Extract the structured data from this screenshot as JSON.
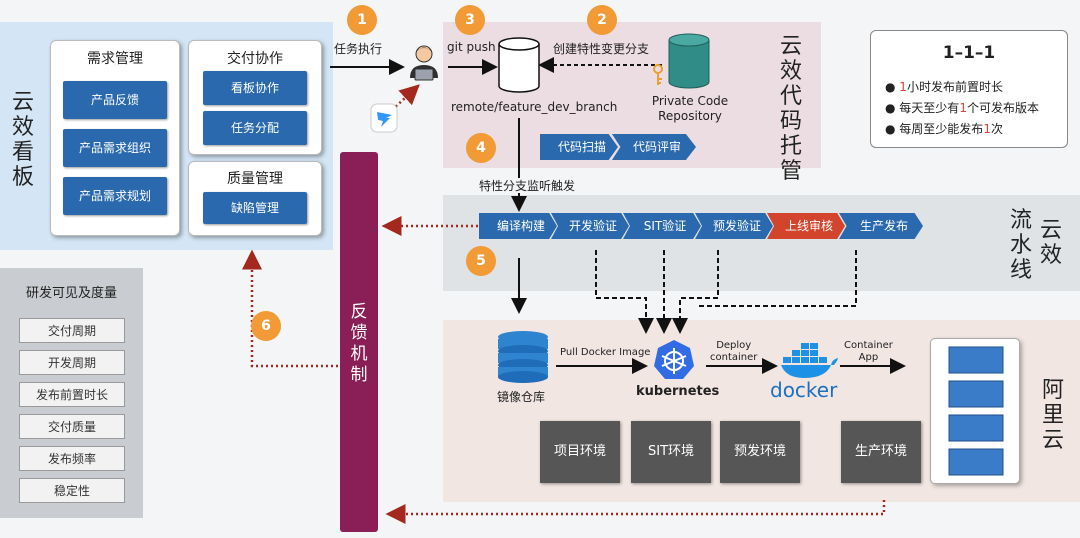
{
  "kanban": {
    "title": "云效看板",
    "demand": {
      "title": "需求管理",
      "items": [
        "产品反馈",
        "产品需求组织",
        "产品需求规划"
      ]
    },
    "delivery": {
      "title": "交付协作",
      "items": [
        "看板协作",
        "任务分配"
      ]
    },
    "quality": {
      "title": "质量管理",
      "items": [
        "缺陷管理"
      ]
    }
  },
  "steps": {
    "s1": "1",
    "s2": "2",
    "s3": "3",
    "s4": "4",
    "s5": "5",
    "s6": "6",
    "task_exec": "任务执行",
    "git_push": "git push",
    "create_branch": "创建特性变更分支",
    "branch_listen": "特性分支监听触发"
  },
  "code": {
    "title": "云效代码托管",
    "repo_label": "remote/feature_dev_branch",
    "private_repo": "Private Code\nRepository",
    "checks": [
      "代码扫描",
      "代码评审"
    ]
  },
  "kpi": {
    "title": "1–1–1",
    "lines": [
      {
        "pre": "",
        "hl": "1",
        "post": "小时发布前置时长"
      },
      {
        "pre": "每天至少有",
        "hl": "1",
        "post": "个可发布版本"
      },
      {
        "pre": "每周至少能发布",
        "hl": "1",
        "post": "次"
      }
    ]
  },
  "pipeline": {
    "title": "云效流水线",
    "stages": [
      "编译构建",
      "开发验证",
      "SIT验证",
      "预发验证",
      "上线审核",
      "生产发布"
    ],
    "colors": {
      "normal": "#2a69ad",
      "review": "#d2452c"
    }
  },
  "feedback": {
    "title": "反馈机制"
  },
  "metrics": {
    "title": "研发可见及度量",
    "items": [
      "交付周期",
      "开发周期",
      "发布前置时长",
      "交付质量",
      "发布频率",
      "稳定性"
    ]
  },
  "cloud": {
    "title": "阿里云",
    "registry": "镜像仓库",
    "pull": "Pull Docker Image",
    "k8s": "kubernetes",
    "deploy": "Deploy\ncontainer",
    "docker": "docker",
    "container_app": "Container\nApp",
    "envs": [
      "项目环境",
      "SIT环境",
      "预发环境",
      "生产环境"
    ]
  }
}
